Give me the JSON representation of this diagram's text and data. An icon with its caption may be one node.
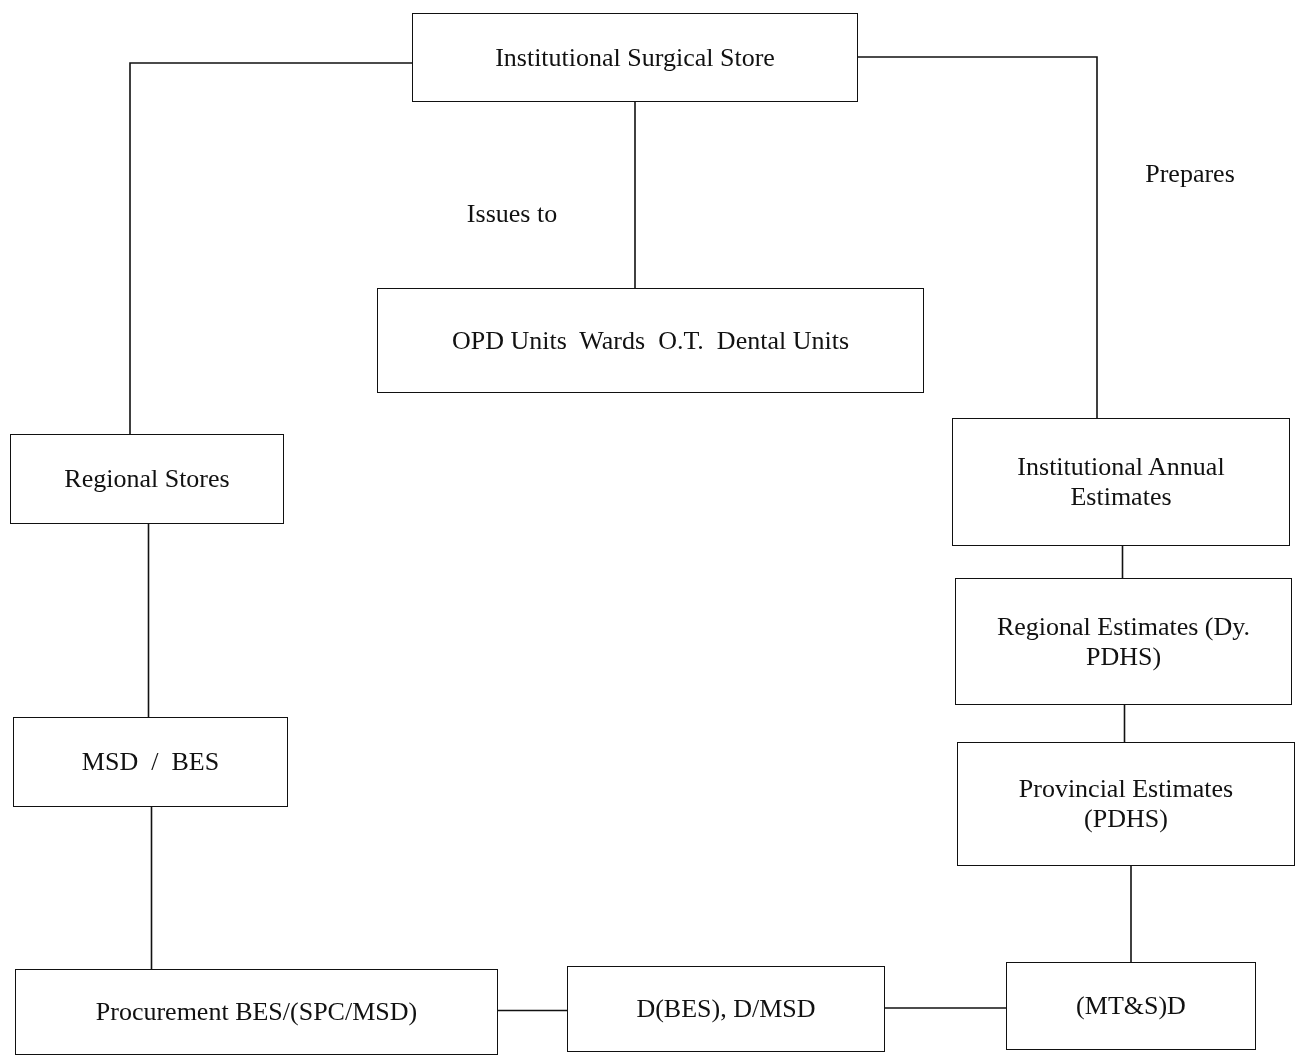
{
  "diagram": {
    "nodes": [
      {
        "text": [
          "Institutional Surgical Store"
        ]
      },
      {
        "text": [
          "OPD Units  Wards  O.T.  Dental Units"
        ]
      },
      {
        "text": [
          "Regional Stores"
        ]
      },
      {
        "text": [
          "MSD  /  BES"
        ]
      },
      {
        "text": [
          "Procurement BES/(SPC/MSD)"
        ]
      },
      {
        "text": [
          "D(BES), D/MSD"
        ]
      },
      {
        "text": [
          "(MT&S)D"
        ]
      },
      {
        "text": [
          "Institutional Annual Estimates"
        ]
      },
      {
        "text": [
          "Regional Estimates (Dy. PDHS)"
        ]
      },
      {
        "text": [
          "Provincial Estimates (PDHS)"
        ]
      }
    ],
    "edges": [
      {
        "from": 0,
        "to": 1,
        "arrow": "none",
        "label": "Issues to"
      },
      {
        "from": 0,
        "to": 2,
        "arrow": "none"
      },
      {
        "from": 0,
        "to": 7,
        "arrow": "none",
        "label": "Prepares"
      },
      {
        "from": 2,
        "to": 3,
        "arrow": "none"
      },
      {
        "from": 3,
        "to": 4,
        "arrow": "none"
      },
      {
        "from": 4,
        "to": 5,
        "arrow": "none"
      },
      {
        "from": 5,
        "to": 6,
        "arrow": "none"
      },
      {
        "from": 9,
        "to": 6,
        "arrow": "none"
      },
      {
        "from": 7,
        "to": 8,
        "arrow": "none"
      },
      {
        "from": 8,
        "to": 9,
        "arrow": "none"
      }
    ]
  }
}
